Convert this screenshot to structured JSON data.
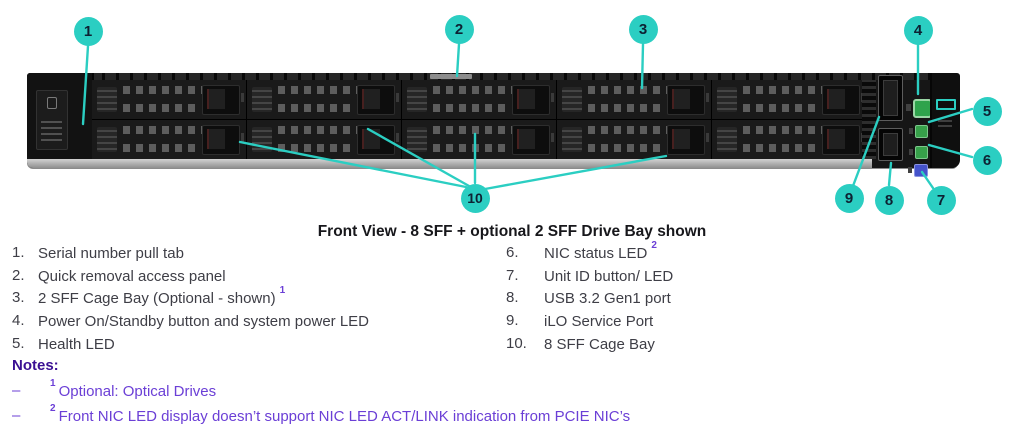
{
  "caption": "Front View - 8 SFF + optional 2 SFF Drive Bay shown",
  "callouts": [
    "1",
    "2",
    "3",
    "4",
    "5",
    "6",
    "7",
    "8",
    "9",
    "10"
  ],
  "legend": {
    "left": [
      {
        "num": "1.",
        "text": "Serial number pull tab",
        "sup": ""
      },
      {
        "num": "2.",
        "text": "Quick removal access panel",
        "sup": ""
      },
      {
        "num": "3.",
        "text": "2 SFF Cage Bay (Optional - shown)",
        "sup": "1"
      },
      {
        "num": "4.",
        "text": "Power On/Standby button and system power LED",
        "sup": ""
      },
      {
        "num": "5.",
        "text": "Health LED",
        "sup": ""
      }
    ],
    "right": [
      {
        "num": "6.",
        "text": "NIC status LED",
        "sup": "2"
      },
      {
        "num": "7.",
        "text": "Unit ID button/ LED",
        "sup": ""
      },
      {
        "num": "8.",
        "text": "USB 3.2 Gen1 port",
        "sup": ""
      },
      {
        "num": "9.",
        "text": "iLO Service Port",
        "sup": ""
      },
      {
        "num": "10.",
        "text": "8 SFF Cage Bay",
        "sup": ""
      }
    ]
  },
  "notes": {
    "heading": "Notes:",
    "items": [
      {
        "dash": "–",
        "sup": "1",
        "text": "Optional: Optical Drives"
      },
      {
        "dash": "–",
        "sup": "2",
        "text": "Front NIC LED display doesn’t support NIC LED ACT/LINK indication from PCIE NIC’s"
      }
    ]
  },
  "colors": {
    "callout_teal": "#2bcec2",
    "callout_number": "#0d2233",
    "body_text": "#3e3e46",
    "notes_heading": "#3a0f93",
    "notes_body": "#6b3fd6",
    "led_green": "#37a04a",
    "led_blue": "#4553cb"
  }
}
